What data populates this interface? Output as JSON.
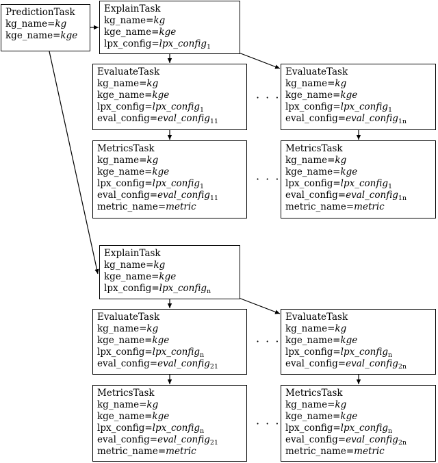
{
  "boxes": [
    {
      "id": "pred",
      "title": "PredictionTask",
      "rows": [
        [
          "kg_name",
          "kg",
          ""
        ],
        [
          "kge_name",
          "kge",
          ""
        ]
      ]
    },
    {
      "id": "explain1",
      "title": "ExplainTask",
      "rows": [
        [
          "kg_name",
          "kg",
          ""
        ],
        [
          "kge_name",
          "kge",
          ""
        ],
        [
          "lpx_config",
          "lpx_config",
          "1"
        ]
      ]
    },
    {
      "id": "eval11",
      "title": "EvaluateTask",
      "rows": [
        [
          "kg_name",
          "kg",
          ""
        ],
        [
          "kge_name",
          "kge",
          ""
        ],
        [
          "lpx_config",
          "lpx_config",
          "1"
        ],
        [
          "eval_config",
          "eval_config",
          "11"
        ]
      ]
    },
    {
      "id": "eval1n",
      "title": "EvaluateTask",
      "rows": [
        [
          "kg_name",
          "kg",
          ""
        ],
        [
          "kge_name",
          "kge",
          ""
        ],
        [
          "lpx_config",
          "lpx_config",
          "1"
        ],
        [
          "eval_config",
          "eval_config",
          "1n"
        ]
      ]
    },
    {
      "id": "metrics11",
      "title": "MetricsTask",
      "rows": [
        [
          "kg_name",
          "kg",
          ""
        ],
        [
          "kge_name",
          "kge",
          ""
        ],
        [
          "lpx_config",
          "lpx_config",
          "1"
        ],
        [
          "eval_config",
          "eval_config",
          "11"
        ],
        [
          "metric_name",
          "metric",
          ""
        ]
      ]
    },
    {
      "id": "metrics1n",
      "title": "MetricsTask",
      "rows": [
        [
          "kg_name",
          "kg",
          ""
        ],
        [
          "kge_name",
          "kge",
          ""
        ],
        [
          "lpx_config",
          "lpx_config",
          "1"
        ],
        [
          "eval_config",
          "eval_config",
          "1n"
        ],
        [
          "metric_name",
          "metric",
          ""
        ]
      ]
    },
    {
      "id": "explainn",
      "title": "ExplainTask",
      "rows": [
        [
          "kg_name",
          "kg",
          ""
        ],
        [
          "kge_name",
          "kge",
          ""
        ],
        [
          "lpx_config",
          "lpx_config",
          "n"
        ]
      ]
    },
    {
      "id": "eval21",
      "title": "EvaluateTask",
      "rows": [
        [
          "kg_name",
          "kg",
          ""
        ],
        [
          "kge_name",
          "kge",
          ""
        ],
        [
          "lpx_config",
          "lpx_config",
          "n"
        ],
        [
          "eval_config",
          "eval_config",
          "21"
        ]
      ]
    },
    {
      "id": "eval2n",
      "title": "EvaluateTask",
      "rows": [
        [
          "kg_name",
          "kg",
          ""
        ],
        [
          "kge_name",
          "kge",
          ""
        ],
        [
          "lpx_config",
          "lpx_config",
          "n"
        ],
        [
          "eval_config",
          "eval_config",
          "2n"
        ]
      ]
    },
    {
      "id": "metrics21",
      "title": "MetricsTask",
      "rows": [
        [
          "kg_name",
          "kg",
          ""
        ],
        [
          "kge_name",
          "kge",
          ""
        ],
        [
          "lpx_config",
          "lpx_config",
          "n"
        ],
        [
          "eval_config",
          "eval_config",
          "21"
        ],
        [
          "metric_name",
          "metric",
          ""
        ]
      ]
    },
    {
      "id": "metrics2n",
      "title": "MetricsTask",
      "rows": [
        [
          "kg_name",
          "kg",
          ""
        ],
        [
          "kge_name",
          "kge",
          ""
        ],
        [
          "lpx_config",
          "lpx_config",
          "n"
        ],
        [
          "eval_config",
          "eval_config",
          "2n"
        ],
        [
          "metric_name",
          "metric",
          ""
        ]
      ]
    }
  ],
  "ellipsis": "· · ·",
  "equals": "="
}
